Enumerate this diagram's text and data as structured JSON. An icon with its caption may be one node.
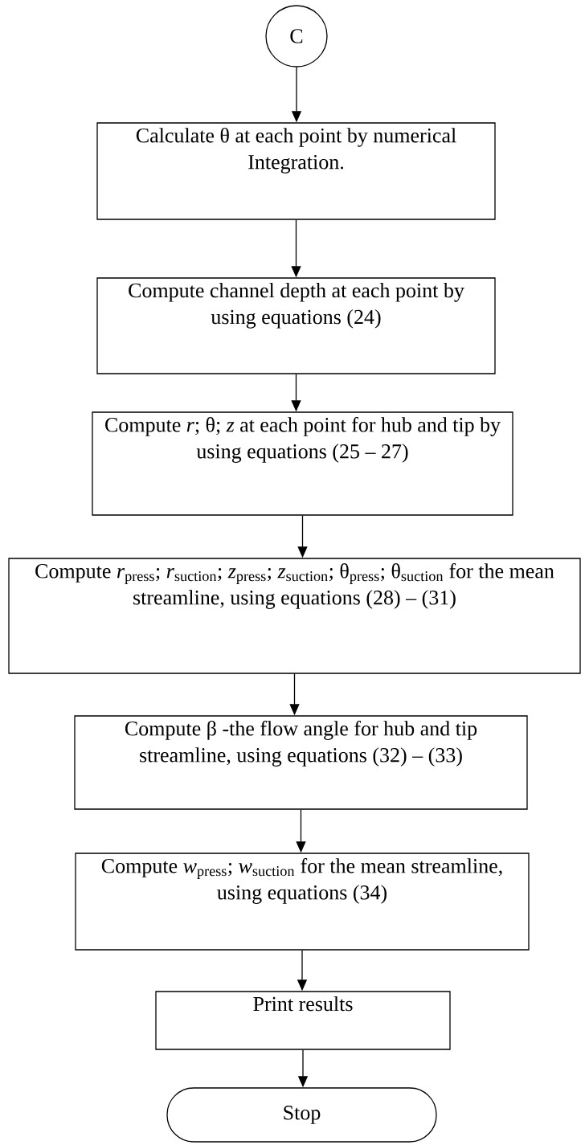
{
  "diagram": {
    "nodes": [
      {
        "text": [
          "C"
        ]
      },
      {
        "text": [
          "Calculate θ at each point by numerical Integration."
        ]
      },
      {
        "text": [
          "Compute channel depth at each point by using equations (24)"
        ]
      },
      {
        "text": [
          "Compute *r*; θ; *z* at each point for hub and tip by using equations (25 – 27)"
        ]
      },
      {
        "text": [
          "Compute *r*$_{press}$; *r*$_{suction}$; *z*$_{press}$; *z*$_{suction}$; θ$_{press}$; θ$_{suction}$ for the mean streamline, using equations (28) – (31)"
        ]
      },
      {
        "text": [
          "Compute β -the flow angle for hub and tip streamline, using equations (32) – (33)"
        ]
      },
      {
        "text": [
          "Compute *w*$_{press}$; *w*$_{suction}$ for the mean streamline, using equations (34)"
        ]
      },
      {
        "text": [
          "Print results"
        ]
      },
      {
        "text": [
          "Stop"
        ]
      }
    ],
    "edges": [
      {
        "from": 0,
        "to": 1,
        "arrow": "to"
      },
      {
        "from": 1,
        "to": 2,
        "arrow": "to"
      },
      {
        "from": 2,
        "to": 3,
        "arrow": "to"
      },
      {
        "from": 3,
        "to": 4,
        "arrow": "to"
      },
      {
        "from": 4,
        "to": 5,
        "arrow": "to"
      },
      {
        "from": 5,
        "to": 6,
        "arrow": "to"
      },
      {
        "from": 6,
        "to": 7,
        "arrow": "to"
      },
      {
        "from": 7,
        "to": 8,
        "arrow": "to"
      }
    ]
  }
}
